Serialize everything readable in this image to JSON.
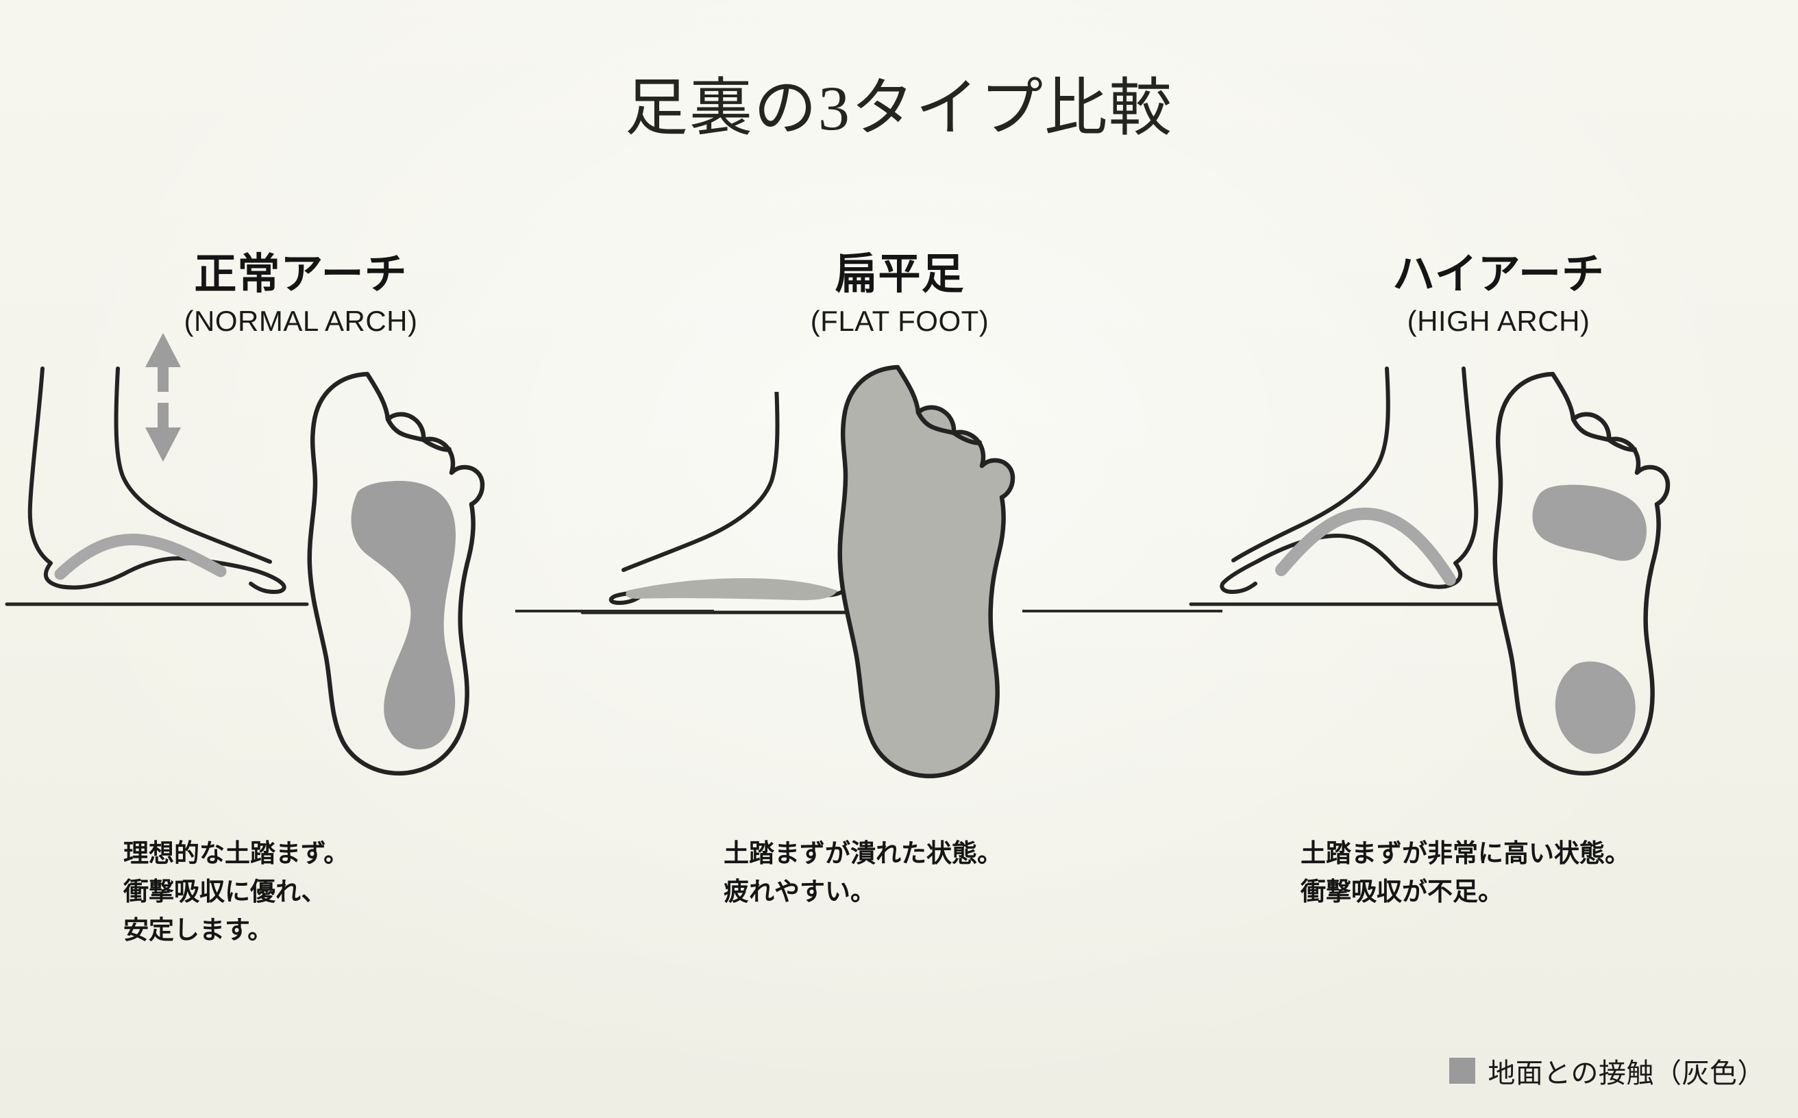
{
  "page": {
    "title": "足裏の3タイプ比較",
    "background_color": "#f4f4ec",
    "ink_color": "#1f1f1f",
    "contact_gray": "#9a9a9a"
  },
  "columns": [
    {
      "id": "normal-arch",
      "head_jp": "正常アーチ",
      "head_en": "(NORMAL ARCH)",
      "description": "理想的な土踏まず。\n衝撃吸収に優れ、\n安定します。",
      "side_view_icon": "foot-side-profile-normal-arch-icon",
      "footprint_icon": "footprint-normal-arch-icon",
      "arrow_icon": "arch-height-double-arrow-icon",
      "contact_pattern": "medial-notch"
    },
    {
      "id": "flat-foot",
      "head_jp": "扁平足",
      "head_en": "(FLAT FOOT)",
      "description": "土踏まずが潰れた状態。\n疲れやすい。",
      "side_view_icon": "foot-side-profile-flat-foot-icon",
      "footprint_icon": "footprint-flat-foot-icon",
      "contact_pattern": "full-contact"
    },
    {
      "id": "high-arch",
      "head_jp": "ハイアーチ",
      "head_en": "(HIGH ARCH)",
      "description": "土踏まずが非常に高い状態。\n衝撃吸収が不足。",
      "side_view_icon": "foot-side-profile-high-arch-icon",
      "footprint_icon": "footprint-high-arch-icon",
      "contact_pattern": "forefoot-and-heel-only"
    }
  ],
  "legend": {
    "swatch_color": "#9a9a9a",
    "label": "地面との接触（灰色）"
  }
}
